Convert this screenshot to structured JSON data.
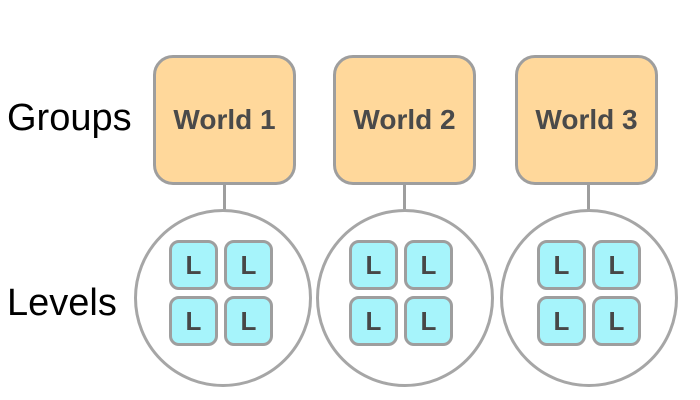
{
  "row_labels": {
    "groups": "Groups",
    "levels": "Levels"
  },
  "colors": {
    "group_fill": "#ffd89b",
    "level_fill": "#a6f4fb",
    "outline": "#9e9e9e",
    "text": "#4a4a4a"
  },
  "groups": [
    {
      "label": "World 1",
      "levels": [
        "L",
        "L",
        "L",
        "L"
      ]
    },
    {
      "label": "World 2",
      "levels": [
        "L",
        "L",
        "L",
        "L"
      ]
    },
    {
      "label": "World 3",
      "levels": [
        "L",
        "L",
        "L",
        "L"
      ]
    }
  ]
}
